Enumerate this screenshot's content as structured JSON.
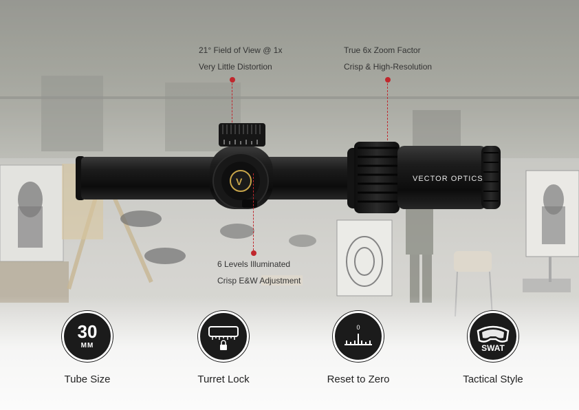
{
  "annotations": {
    "fov": {
      "line1": "21° Field of View @ 1x",
      "line2": "Very Little Distortion"
    },
    "zoom": {
      "line1": "True 6x Zoom Factor",
      "line2": "Crisp & High-Resolution"
    },
    "illum": {
      "line1": "6 Levels Illuminated",
      "line2": "Crisp E&W Adjustment"
    }
  },
  "scope": {
    "brand": "VECTOR OPTICS"
  },
  "features": [
    {
      "label": "Tube Size",
      "icon": "tube-size-icon",
      "value": "30",
      "unit": "MM"
    },
    {
      "label": "Turret Lock",
      "icon": "turret-lock-icon"
    },
    {
      "label": "Reset to Zero",
      "icon": "reset-zero-icon",
      "value": "0"
    },
    {
      "label": "Tactical Style",
      "icon": "tactical-goggles-icon",
      "value": "SWAT"
    }
  ],
  "colors": {
    "accent": "#c0272d",
    "badge": "#1b1b1b",
    "scope_body": "#141414"
  }
}
